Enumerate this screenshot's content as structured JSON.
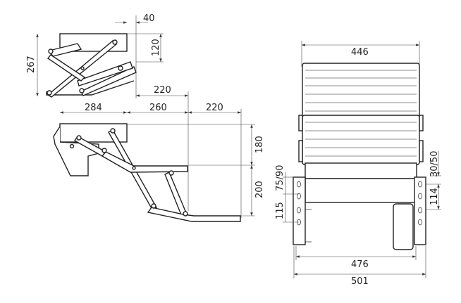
{
  "drawing": {
    "folded_view": {
      "dim_top_offset": "40",
      "dim_plate_height": "120",
      "dim_total_height": "267",
      "dim_step_reach": "220"
    },
    "extended_view": {
      "dim_plate_width": "284",
      "dim_first_step": "260",
      "dim_second_step": "220",
      "dim_first_drop": "180",
      "dim_second_drop": "200"
    },
    "front_view": {
      "dim_step_width": "446",
      "dim_inner_width": "476",
      "dim_outer_width": "501",
      "dim_hole_spacing_left": "115",
      "dim_hole_offset_left": "75/90",
      "dim_offset_right": "30/50",
      "dim_hole_spacing_right": "114"
    }
  }
}
